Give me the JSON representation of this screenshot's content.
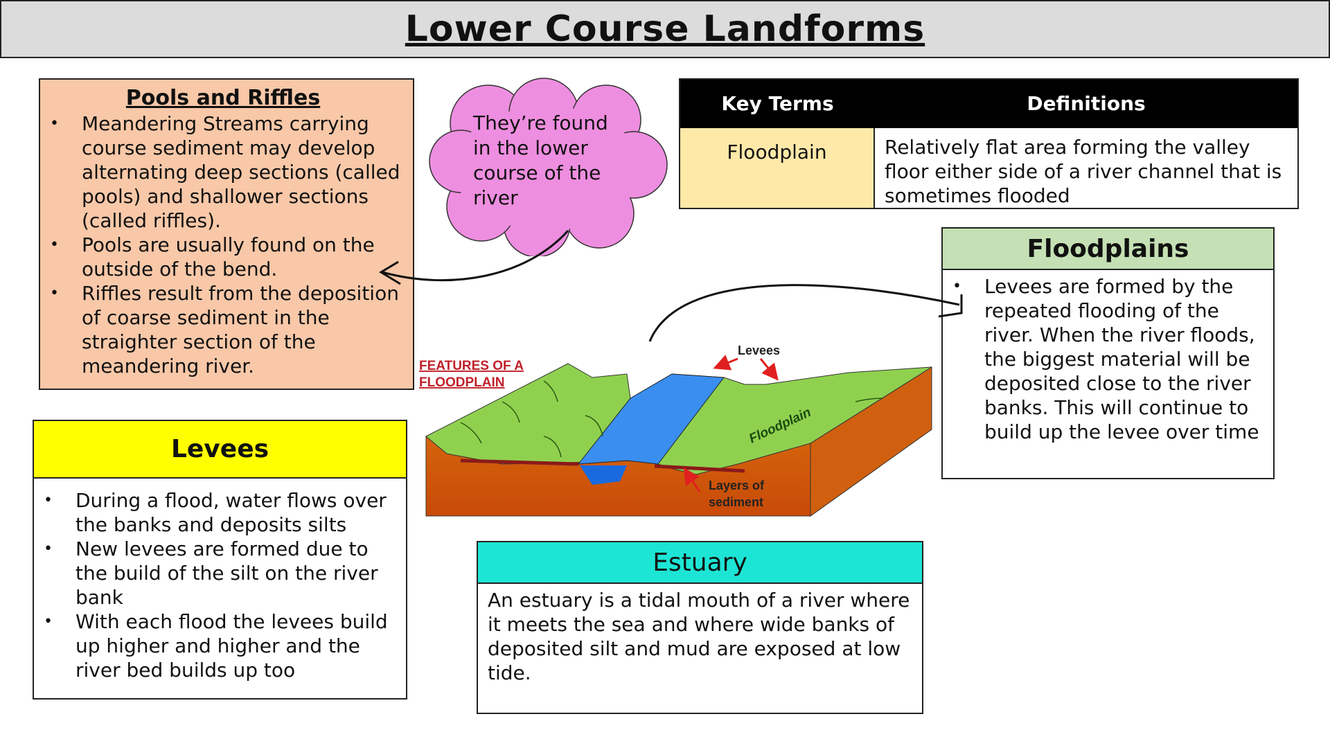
{
  "title": "Lower Course Landforms",
  "pools": {
    "heading": "Pools and Riffles",
    "bullets": [
      "Meandering Streams carrying course sediment may develop alternating deep sections (called pools) and shallower sections (called riffles).",
      "Pools are usually found on the outside of the bend.",
      "Riffles result from the deposition of coarse sediment in the straighter section of the meandering river."
    ]
  },
  "cloud": {
    "text": "They’re found in the lower course of the river"
  },
  "key_terms": {
    "header_term": "Key Terms",
    "header_def": "Definitions",
    "rows": [
      {
        "term": "Floodplain",
        "definition": "Relatively flat area forming the valley floor either side of a river channel that is sometimes flooded"
      }
    ]
  },
  "floodplains": {
    "heading": "Floodplains",
    "bullets": [
      "Levees are formed by the repeated flooding of the river. When the river floods, the biggest material will be deposited close to the river banks. This will continue to build up the levee over time"
    ]
  },
  "levees": {
    "heading": "Levees",
    "bullets": [
      "During a flood, water flows over the banks and deposits silts",
      "New levees are formed due to the build of the silt on the river bank",
      "With each flood the levees build up higher and higher and the river bed builds up too"
    ]
  },
  "estuary": {
    "heading": "Estuary",
    "text": "An estuary is a tidal mouth of a river where it meets the sea and where wide banks of deposited silt and mud are exposed at low tide."
  },
  "diagram": {
    "title_line1": "FEATURES OF A",
    "title_line2": "FLOODPLAIN",
    "label_levees": "Levees",
    "label_floodplain": "Floodplain",
    "label_layers1": "Layers of",
    "label_layers2": "sediment"
  },
  "colors": {
    "pools_bg": "#f8c8a8",
    "cloud": "#ee8ee0",
    "term_bg": "#ffe9a8",
    "floodplains_hdr": "#c5e0b4",
    "levees_hdr": "#ffff00",
    "estuary_hdr": "#1de5d5"
  }
}
